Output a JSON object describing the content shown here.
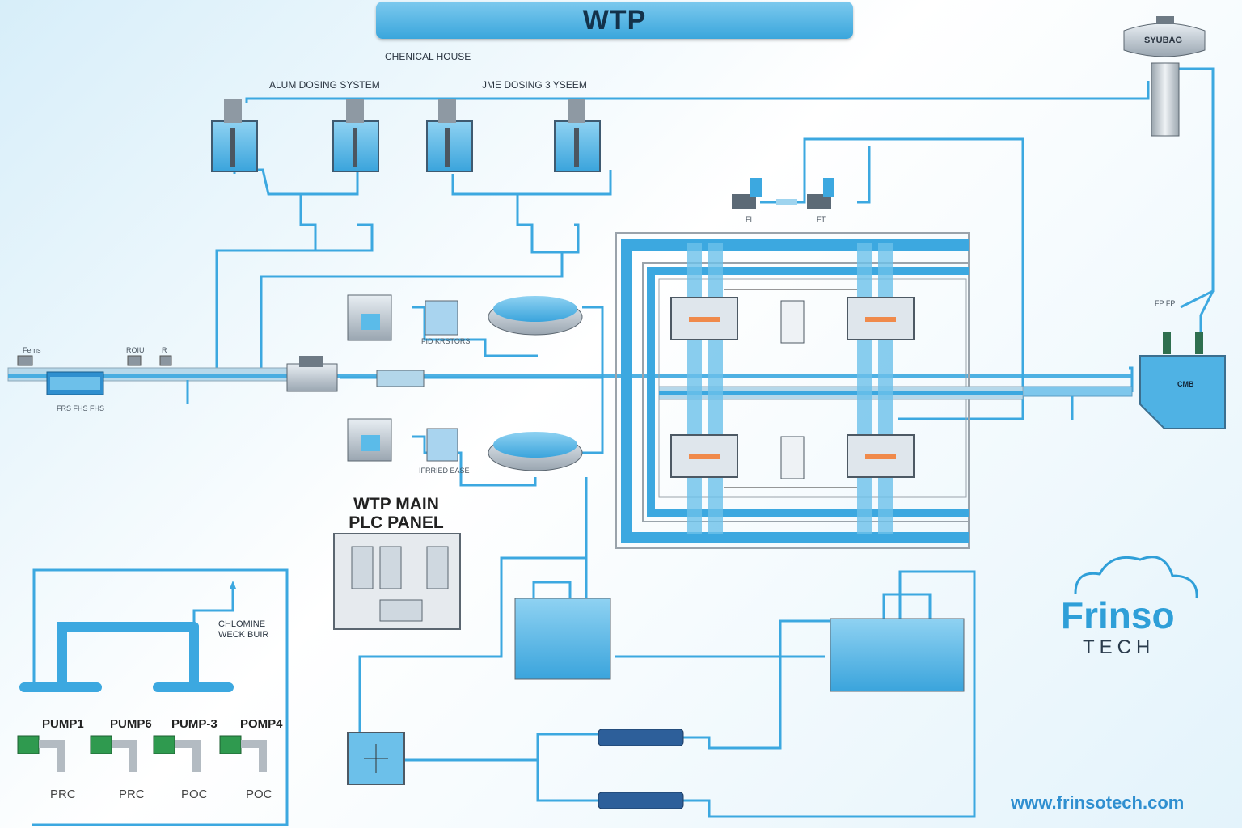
{
  "title": "WTP",
  "chemical_house": "CHENICAL HOUSE",
  "alum_system": "ALUM DOSING SYSTEM",
  "lime_system": "JME DOSING 3 YSEEM",
  "tank_tag": "SYUBAG",
  "plc": {
    "line1": "WTP MAIN",
    "line2": "PLC PANEL"
  },
  "chlorine": {
    "line1": "CHLOMINE",
    "line2": "WECK BUIR"
  },
  "pumps": [
    {
      "label": "PUMP1",
      "sub": "PRC"
    },
    {
      "label": "PUMP6",
      "sub": "PRC"
    },
    {
      "label": "PUMP-3",
      "sub": "POC"
    },
    {
      "label": "POMP4",
      "sub": "POC"
    }
  ],
  "brand": {
    "name": "Frinso",
    "sub": "TECH",
    "url": "www.frinsotech.com"
  },
  "small_labels": {
    "mixers": "FID KRSTORS",
    "filtered": "IFRRIED EASE",
    "cwr": "CMB",
    "intake": "Fems",
    "intake2": "ROIU",
    "intake3": "R",
    "channel": "FRS FHS FHS",
    "ft1": "FI",
    "ft2": "FT",
    "valve_pair": "FP FP"
  },
  "colors": {
    "pipe": "#3ca8e0",
    "pipe_dark": "#1e7fbf",
    "water": "#5bbbe9",
    "frame": "#9aa3ab"
  }
}
